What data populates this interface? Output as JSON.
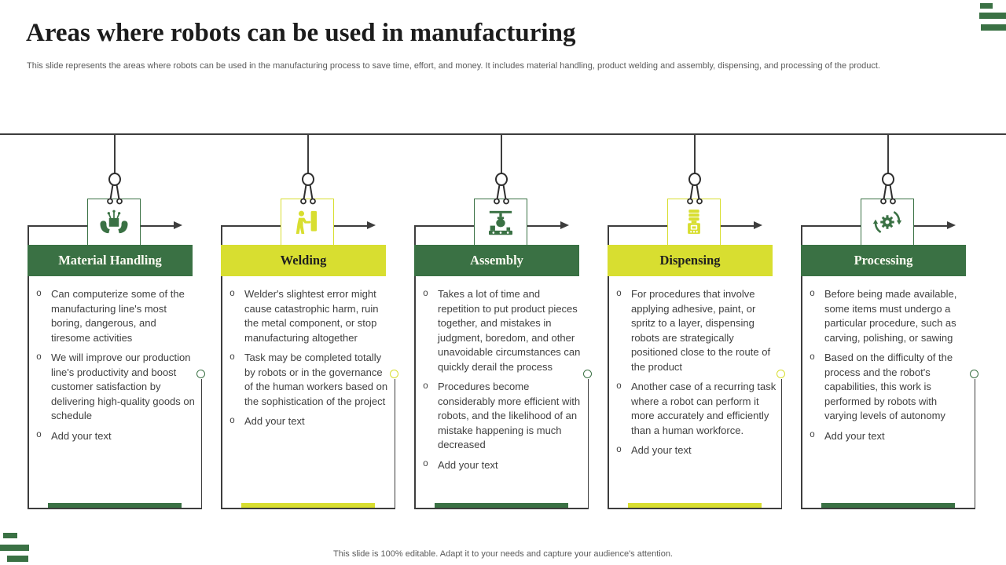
{
  "header": {
    "title": "Areas where robots can be used in manufacturing",
    "subtitle": "This slide represents the areas where robots can be used in the manufacturing process to save time, effort,  and money. It includes material handling, product welding and assembly, dispensing, and processing of the product."
  },
  "footer": {
    "note": "This slide is 100% editable. Adapt it to your needs and capture your audience's attention."
  },
  "bullet_char": "o",
  "colors": {
    "green": "#3a7144",
    "yellow": "#d8de30",
    "line": "#3d3d3d",
    "body_text": "#404040",
    "muted_text": "#5a5a5a",
    "header_text_on_green": "#fbfbf1",
    "header_text_on_yellow": "#1f1f1f"
  },
  "columns": [
    {
      "label": "Material Handling",
      "accent": "green",
      "icon": "material-handling-icon",
      "bullets": [
        "Can computerize some of the manufacturing line's most boring, dangerous, and tiresome activities",
        "We will improve our production line's productivity and boost customer satisfaction by delivering high-quality goods on schedule",
        "Add your text"
      ]
    },
    {
      "label": "Welding",
      "accent": "yellow",
      "icon": "welding-icon",
      "bullets": [
        "Welder's slightest error might cause catastrophic harm, ruin the metal component, or stop manufacturing altogether",
        "Task may be completed totally by robots or in the governance of the human workers based on the sophistication of the project",
        "Add your text"
      ]
    },
    {
      "label": "Assembly",
      "accent": "green",
      "icon": "assembly-icon",
      "bullets": [
        "Takes a lot of time and repetition to put product pieces together, and mistakes in judgment, boredom, and other unavoidable circumstances can quickly derail the process",
        "Procedures become considerably more efficient with robots, and the likelihood of an mistake happening is much decreased",
        "Add your text"
      ]
    },
    {
      "label": "Dispensing",
      "accent": "yellow",
      "icon": "dispensing-icon",
      "bullets": [
        "For procedures that involve applying adhesive, paint, or spritz to a layer, dispensing robots are strategically positioned close to the route of the product",
        "Another case of a recurring task where a robot can perform it more accurately and efficiently than a human workforce.",
        "Add your text"
      ]
    },
    {
      "label": "Processing",
      "accent": "green",
      "icon": "processing-icon",
      "bullets": [
        "Before being made available, some items must undergo a particular procedure, such as carving, polishing, or sawing",
        "Based on the difficulty of the process and the robot's capabilities, this work is performed by robots with varying levels of autonomy",
        "Add your text"
      ]
    }
  ]
}
